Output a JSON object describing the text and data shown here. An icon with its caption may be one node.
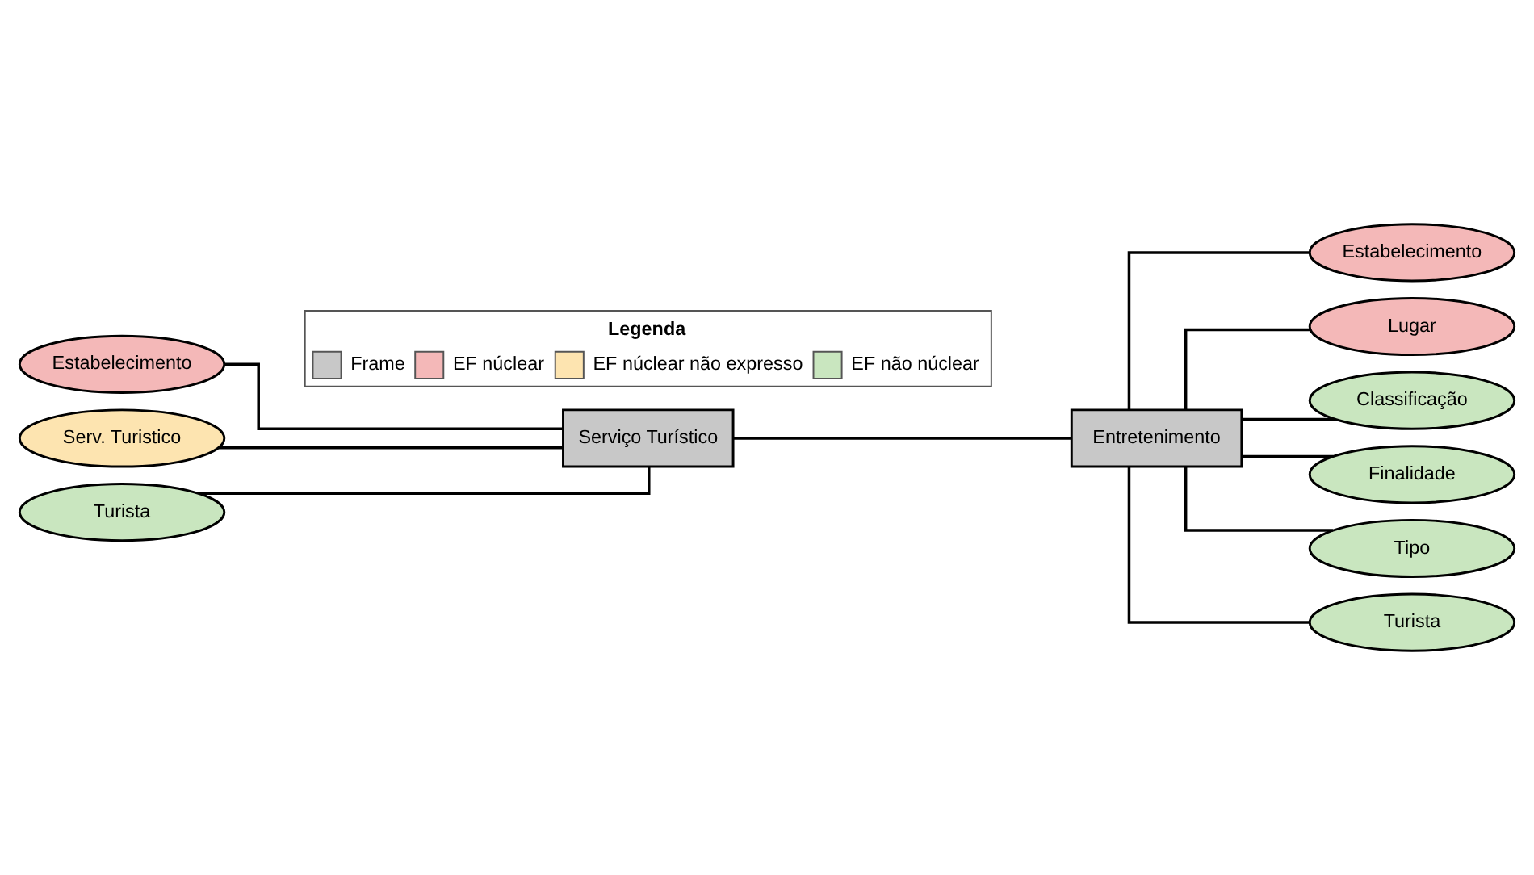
{
  "diagram": {
    "nodes": [
      {
        "text": [
          "Estabelecimento"
        ]
      },
      {
        "text": [
          "Serv. Turistico"
        ]
      },
      {
        "text": [
          "Turista"
        ]
      },
      {
        "text": [
          "Serviço Turístico"
        ]
      },
      {
        "text": [
          "Entretenimento"
        ]
      },
      {
        "text": [
          "Estabelecimento"
        ]
      },
      {
        "text": [
          "Lugar"
        ]
      },
      {
        "text": [
          "Classificação"
        ]
      },
      {
        "text": [
          "Finalidade"
        ]
      },
      {
        "text": [
          "Tipo"
        ]
      },
      {
        "text": [
          "Turista"
        ]
      }
    ],
    "edges": [
      {
        "from": 0,
        "to": 3,
        "arrow": "none"
      },
      {
        "from": 1,
        "to": 3,
        "arrow": "none"
      },
      {
        "from": 2,
        "to": 3,
        "arrow": "none"
      },
      {
        "from": 3,
        "to": 4,
        "arrow": "none"
      },
      {
        "from": 4,
        "to": 5,
        "arrow": "none"
      },
      {
        "from": 4,
        "to": 6,
        "arrow": "none"
      },
      {
        "from": 4,
        "to": 7,
        "arrow": "none"
      },
      {
        "from": 4,
        "to": 8,
        "arrow": "none"
      },
      {
        "from": 4,
        "to": 9,
        "arrow": "none"
      },
      {
        "from": 4,
        "to": 10,
        "arrow": "none"
      }
    ],
    "labels": [
      "Legenda"
    ],
    "legend": [
      {
        "text": "Frame",
        "color": "#c8c8c8"
      },
      {
        "text": "EF núclear",
        "color": "#f4b8b8"
      },
      {
        "text": "EF núclear não expresso",
        "color": "#fde4b0"
      },
      {
        "text": "EF não núclear",
        "color": "#c9e6bf"
      }
    ]
  }
}
